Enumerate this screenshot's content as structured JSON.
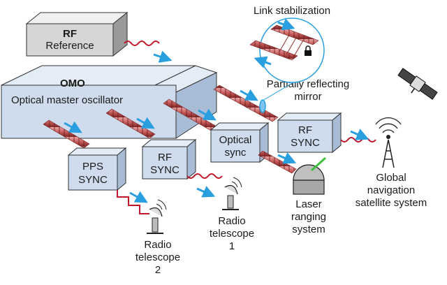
{
  "rf_reference": {
    "title": "RF",
    "subtitle": "Reference"
  },
  "omo": {
    "title": "OMO",
    "subtitle": "Optical master oscillator"
  },
  "link_stabilization": {
    "title": "Link stabilization"
  },
  "mirror": {
    "line1": "Partially reflecting",
    "line2": "mirror"
  },
  "boxes": {
    "pps": {
      "line1": "PPS",
      "line2": "SYNC"
    },
    "rf_sync_mid": {
      "line1": "RF",
      "line2": "SYNC"
    },
    "optical_sync": {
      "line1": "Optical",
      "line2": "sync"
    },
    "rf_sync_right": {
      "line1": "RF",
      "line2": "SYNC"
    }
  },
  "endpoints": {
    "radio_telescope_2": {
      "line1": "Radio",
      "line2": "telescope",
      "line3": "2"
    },
    "radio_telescope_1": {
      "line1": "Radio",
      "line2": "telescope",
      "line3": "1"
    },
    "laser_ranging": {
      "line1": "Laser",
      "line2": "ranging",
      "line3": "system"
    },
    "gnss": {
      "line1": "Global",
      "line2": "navigation",
      "line3": "satellite system"
    }
  },
  "colors": {
    "box_front": "#cfdcee",
    "box_top": "#e4ecf7",
    "box_side": "#a9bcd6",
    "beam": "#c75b5b",
    "beam_dark": "#8f2f2f",
    "arrow": "#2a9fe0",
    "rf_wave": "#c0172b"
  }
}
